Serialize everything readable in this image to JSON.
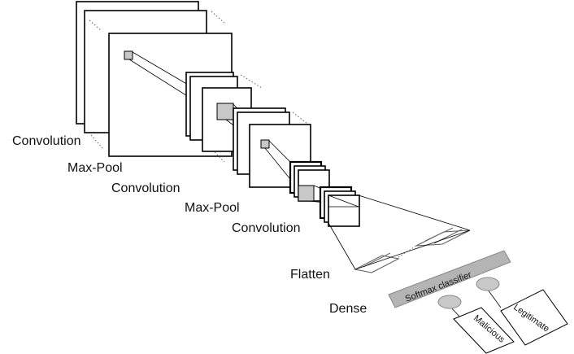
{
  "layers": {
    "conv1": "Convolution",
    "pool1": "Max-Pool",
    "conv2": "Convolution",
    "pool2": "Max-Pool",
    "conv3": "Convolution",
    "flatten": "Flatten",
    "dense": "Dense"
  },
  "classifier": "Softmax classifier",
  "outputs": {
    "legitimate": "Legitimate",
    "malicious": "Malicious"
  }
}
